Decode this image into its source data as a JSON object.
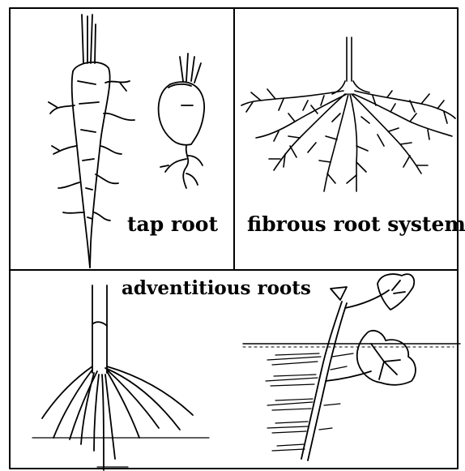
{
  "panels": {
    "tap_root": {
      "label": "tap root"
    },
    "fibrous_root": {
      "label": "fibrous root system"
    },
    "adventitious_roots": {
      "label": "adventitious roots"
    }
  },
  "colors": {
    "ink": "#000000",
    "background": "#ffffff"
  },
  "illustrations": [
    "carrot-taproot",
    "beet-taproot",
    "fibrous-root-grass",
    "prop-root-tree",
    "creeping-stem-with-roots"
  ]
}
